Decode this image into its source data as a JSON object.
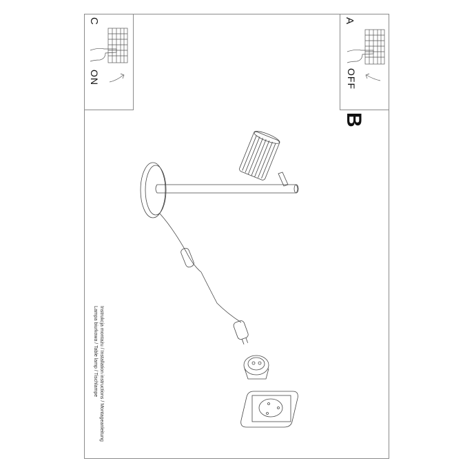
{
  "steps": [
    {
      "letter": "A",
      "state": "OFF",
      "action": "switch-off-breaker"
    },
    {
      "letter": "B",
      "action": "install-lamp"
    },
    {
      "letter": "C",
      "state": "ON",
      "action": "switch-on-breaker"
    }
  ],
  "caption": {
    "line1": "Instrukcja montażu / Installation instructions / Montageanleitung",
    "line2": "Lampa biurkowa / Table lamp / Tischlampe"
  },
  "colors": {
    "line": "#444444",
    "frame": "#8a8a8a",
    "background": "#ffffff"
  }
}
